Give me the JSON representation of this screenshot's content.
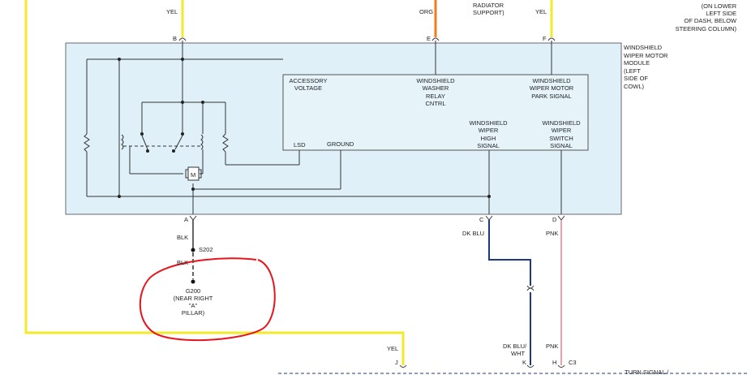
{
  "wires": {
    "yel_left": "YEL",
    "org": "ORG",
    "yel_right": "YEL",
    "blk_upper": "BLK",
    "blk_lower": "BLK",
    "dk_blu": "DK BLU",
    "pnk_upper": "PNK",
    "dk_blu_wht_1": "DK BLU/",
    "dk_blu_wht_2": "WHT",
    "pnk_lower": "PNK",
    "yel_bottom": "YEL"
  },
  "pins": {
    "B": "B",
    "E": "E",
    "F": "F",
    "A": "A",
    "C": "C",
    "D": "D",
    "J": "J",
    "K": "K",
    "H": "H",
    "C3": "C3"
  },
  "top_notes": {
    "radiator": [
      "RADIATOR",
      "SUPPORT)"
    ],
    "on_lower": [
      "(ON LOWER",
      "LEFT SIDE",
      "OF DASH, BELOW",
      "STEERING COLUMN)"
    ]
  },
  "module": {
    "title": [
      "WINDSHIELD",
      "WIPER MOTOR",
      "MODULE",
      "(LEFT",
      "SIDE OF",
      "COWL)"
    ],
    "accessory_voltage": [
      "ACCESSORY",
      "VOLTAGE"
    ],
    "washer_relay": [
      "WINDSHIELD",
      "WASHER",
      "RELAY",
      "CNTRL"
    ],
    "park_signal": [
      "WINDSHIELD",
      "WIPER MOTOR",
      "PARK SIGNAL"
    ],
    "high_signal": [
      "WINDSHIELD",
      "WIPER",
      "HIGH",
      "SIGNAL"
    ],
    "switch_signal": [
      "WINDSHIELD",
      "WIPER",
      "SWITCH",
      "SIGNAL"
    ],
    "lsd": "LSD",
    "ground": "GROUND",
    "motor": "M"
  },
  "splice": "S202",
  "ground_point": [
    "G200",
    "(NEAR RIGHT",
    "\"A\"",
    "PILLAR)"
  ],
  "bottom_label": "TURN SIGNAL /",
  "colors": {
    "yellow": "#f2ea2a",
    "orange": "#ef7d1a",
    "dk_blue": "#1c3a82",
    "pink": "#f0a0a8",
    "module_fill": "#dff0f8",
    "annotation_red": "#e8141c"
  }
}
